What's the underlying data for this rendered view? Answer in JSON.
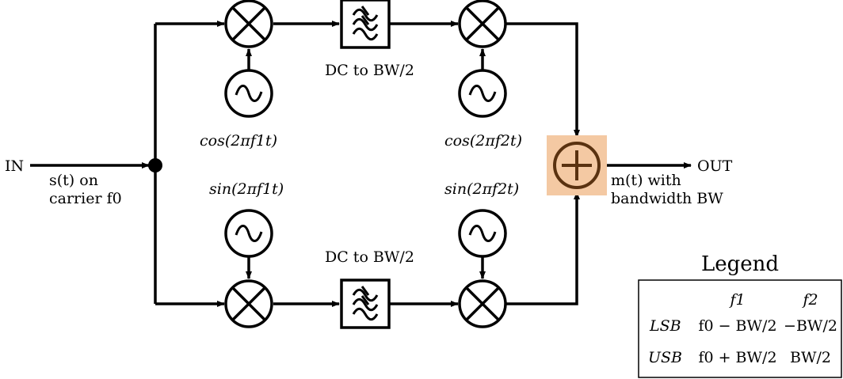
{
  "colors": {
    "stroke": "#000000",
    "summer_highlight": "#f4c9a3",
    "summer_stroke": "#5a3210"
  },
  "labels": {
    "input": "IN",
    "output": "OUT",
    "input_signal_line1": "s(t) on",
    "input_signal_line2": "carrier f0",
    "output_signal_line1": "m(t) with",
    "output_signal_line2": "bandwidth BW",
    "osc_cos_1": "cos(2πf1t)",
    "osc_cos_2": "cos(2πf2t)",
    "osc_sin_1": "sin(2πf1t)",
    "osc_sin_2": "sin(2πf2t)",
    "filter_top": "DC to BW/2",
    "filter_bottom": "DC to BW/2"
  },
  "legend": {
    "title": "Legend",
    "columns": [
      "f1",
      "f2"
    ],
    "rows": [
      {
        "name": "LSB",
        "f1": "f0 − BW/2",
        "f2": "−BW/2"
      },
      {
        "name": "USB",
        "f1": "f0 + BW/2",
        "f2": "BW/2"
      }
    ]
  },
  "icons": {
    "mixer": "multiplier-icon",
    "oscillator": "sine-wave-icon",
    "filter": "lowpass-filter-icon",
    "summer": "plus-icon"
  }
}
